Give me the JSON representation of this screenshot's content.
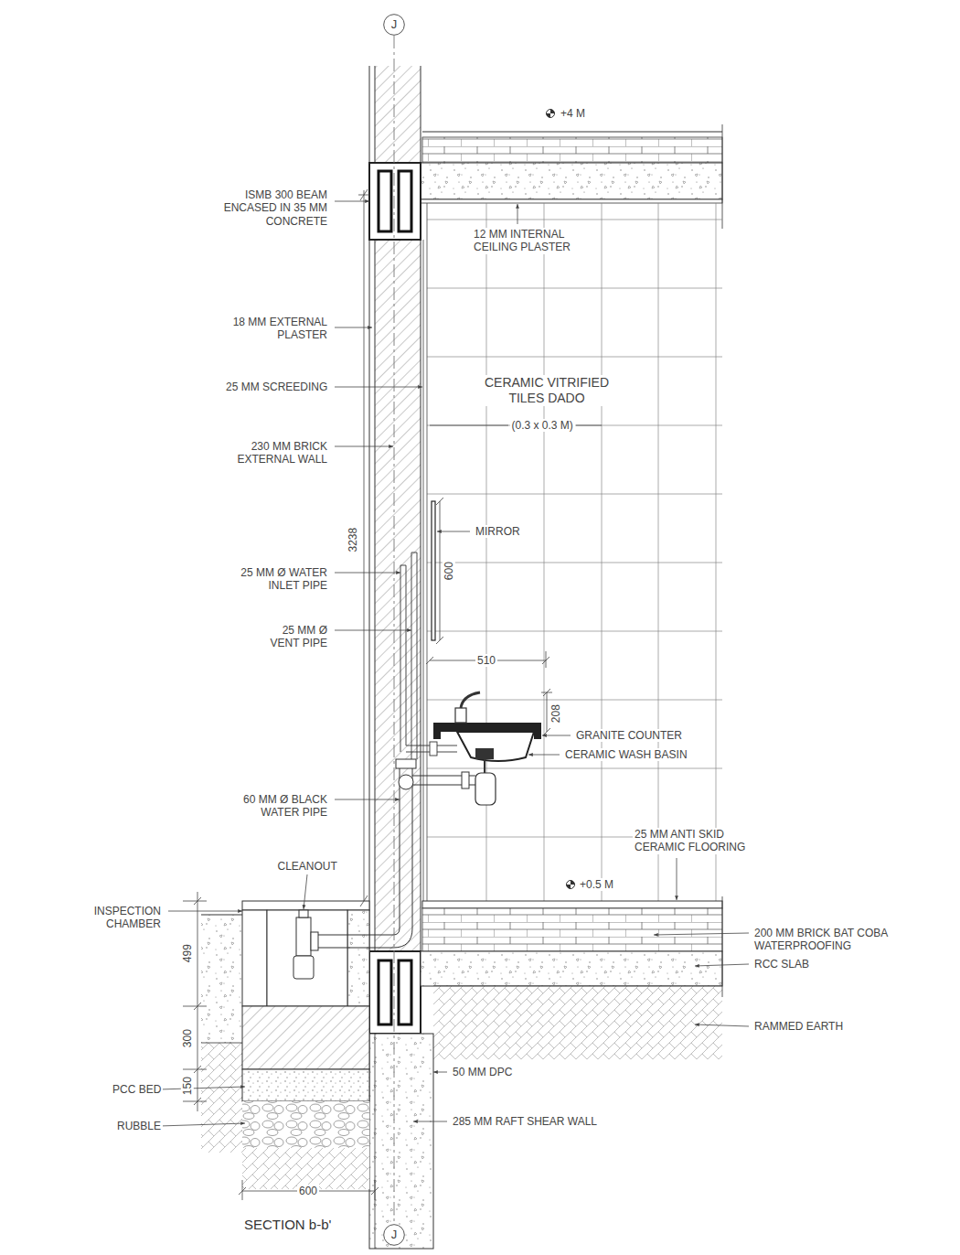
{
  "diagram": {
    "title": "SECTION b-b'",
    "nodes": [
      {
        "text": [
          "J"
        ]
      },
      {
        "text": [
          "J"
        ]
      }
    ],
    "edges": [
      {
        "from": 0,
        "to": 1,
        "arrow": "none"
      }
    ],
    "labels": [
      "+4 M",
      "ISMB 300 BEAM ENCASED IN 35 MM CONCRETE",
      "12 MM INTERNAL CEILING PLASTER",
      "18 MM EXTERNAL PLASTER",
      "CERAMIC VITRIFIED TILES DADO",
      "(0.3 x 0.3 M)",
      "25 MM SCREEDING",
      "230 MM BRICK EXTERNAL WALL",
      "3238",
      "MIRROR",
      "600",
      "25 MM Ø WATER INLET PIPE",
      "25 MM Ø VENT PIPE",
      "510",
      "208",
      "GRANITE COUNTER",
      "CERAMIC WASH BASIN",
      "60 MM Ø BLACK WATER PIPE",
      "25 MM ANTI SKID CERAMIC FLOORING",
      "CLEANOUT",
      "+0.5 M",
      "INSPECTION CHAMBER",
      "499",
      "200 MM BRICK BAT COBA WATERPROOFING",
      "RCC SLAB",
      "RAMMED EARTH",
      "300",
      "50 MM DPC",
      "150",
      "PCC BED",
      "RUBBLE",
      "285 MM RAFT SHEAR WALL",
      "600"
    ]
  }
}
